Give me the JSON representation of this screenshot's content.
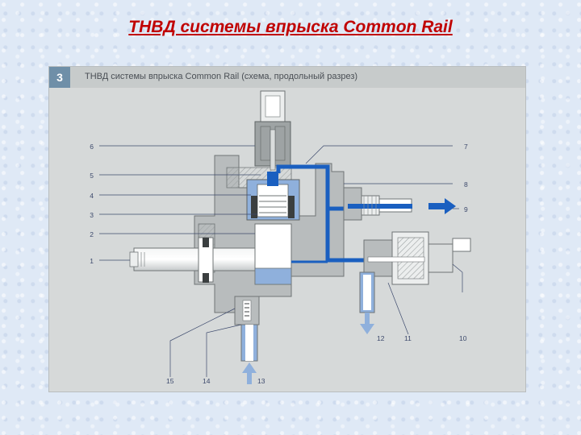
{
  "slide": {
    "title": "ТНВД системы впрыска Common Rail"
  },
  "figure": {
    "number": "3",
    "caption": "ТНВД системы впрыска Common Rail (схема, продольный разрез)"
  },
  "callouts": {
    "c1": "1",
    "c2": "2",
    "c3": "3",
    "c4": "4",
    "c5": "5",
    "c6": "6",
    "c7": "7",
    "c8": "8",
    "c9": "9",
    "c10": "10",
    "c11": "11",
    "c12": "12",
    "c13": "13",
    "c14": "14",
    "c15": "15"
  },
  "colors": {
    "title_red": "#c00000",
    "fuel_blue": "#1a5fc0",
    "fuel_light": "#8fb0dc",
    "metal": "#b8bcbd",
    "metal_dark": "#8e9394",
    "callout_text": "#3d4a6d"
  }
}
